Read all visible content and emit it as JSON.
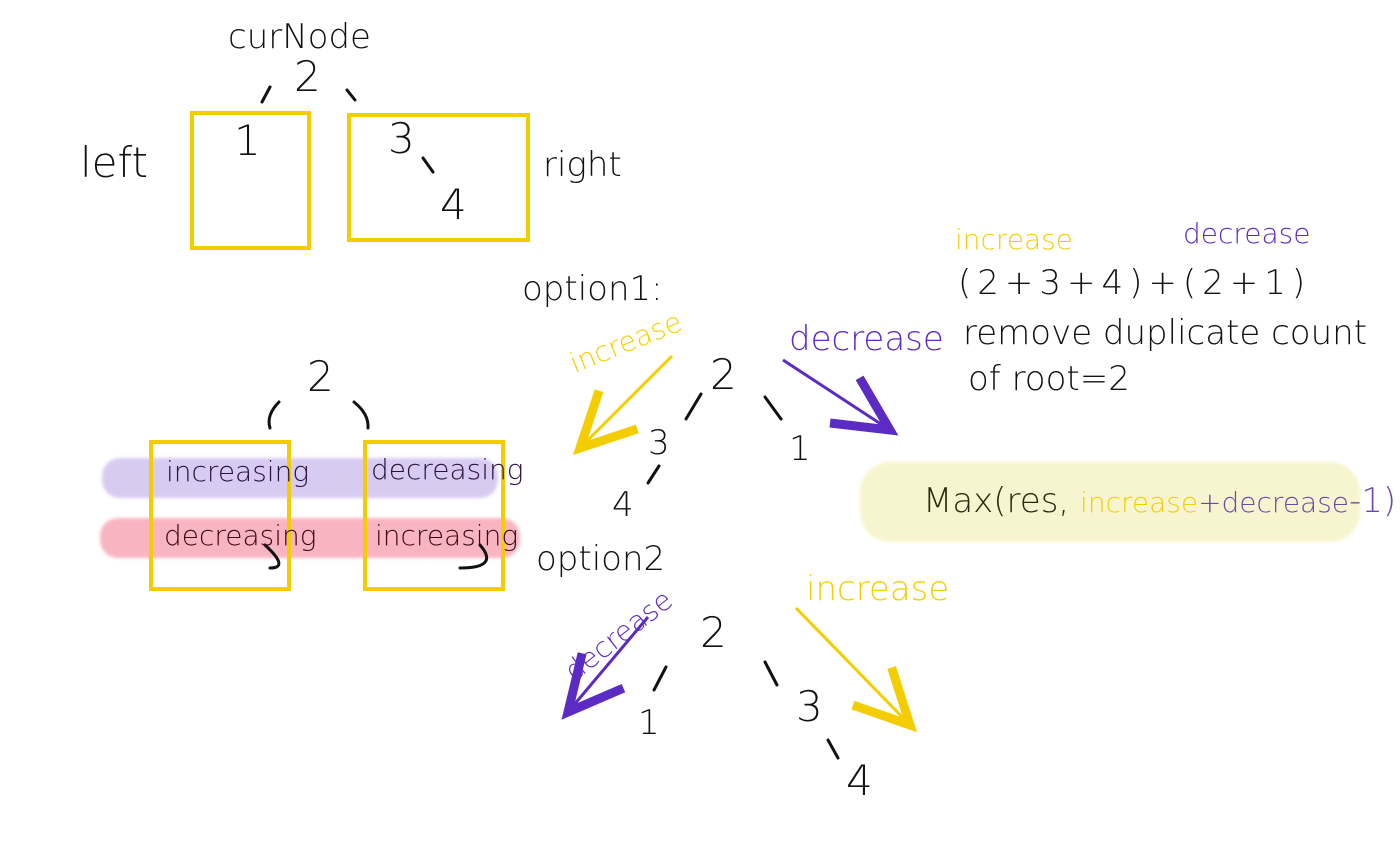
{
  "top_tree": {
    "cur_node_label": "curNode",
    "root": "2",
    "left_label": "left",
    "right_label": "right",
    "left_child": "1",
    "right_child": "3",
    "right_grandchild": "4"
  },
  "mid_tree": {
    "root": "2",
    "left_row1": "increasing",
    "right_row1": "decreasing",
    "left_row2": "decreasing",
    "right_row2": "increasing"
  },
  "option1": {
    "title": "option1:",
    "increase_label": "increase",
    "decrease_label": "decrease",
    "root": "2",
    "n3": "3",
    "n4": "4",
    "n1": "1"
  },
  "option2": {
    "title": "option2",
    "decrease_label": "decrease",
    "increase_label": "increase",
    "root": "2",
    "n1": "1",
    "n3": "3",
    "n4": "4"
  },
  "notes": {
    "increase_label": "increase",
    "decrease_label": "decrease",
    "formula": "(2+3+4)+(2+1)",
    "line1": "remove duplicate count",
    "line2": "of root=2"
  },
  "max_expr": {
    "prefix": "Max(res,",
    "increase": "increase",
    "plus": "+",
    "decrease": "decrease",
    "suffix": "-1)"
  },
  "colors": {
    "yellow": "#f4cd00",
    "purple": "#5b2bc4",
    "purple_highlight": "#cbb8ee",
    "pink_highlight": "#f7a3b3",
    "yellow_highlight": "#f6f4c9"
  }
}
